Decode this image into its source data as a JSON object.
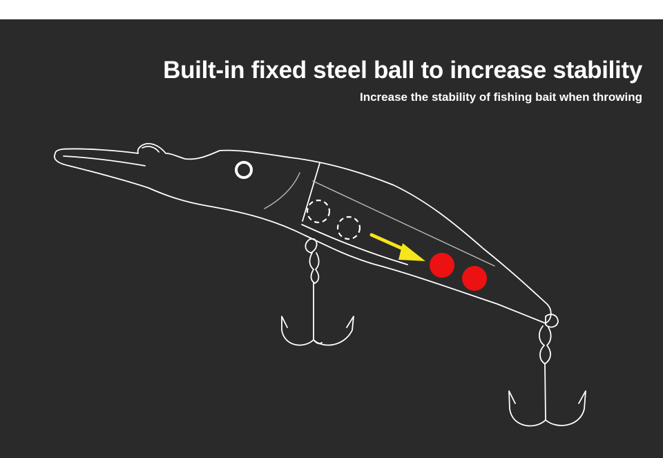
{
  "headline": "Built-in fixed steel ball to increase stability",
  "subheadline": "Increase the stability of fishing bait when throwing",
  "colors": {
    "background": "#2a2a2a",
    "top_strip": "#ffffff",
    "text": "#ffffff",
    "outline": "#ffffff",
    "arrow": "#f5e51c",
    "steel_ball": "#ee1111"
  },
  "icons": [
    "fishing-lure-outline",
    "treble-hook-icon",
    "dashed-ball-icon",
    "steel-ball-icon",
    "arrow-icon"
  ]
}
